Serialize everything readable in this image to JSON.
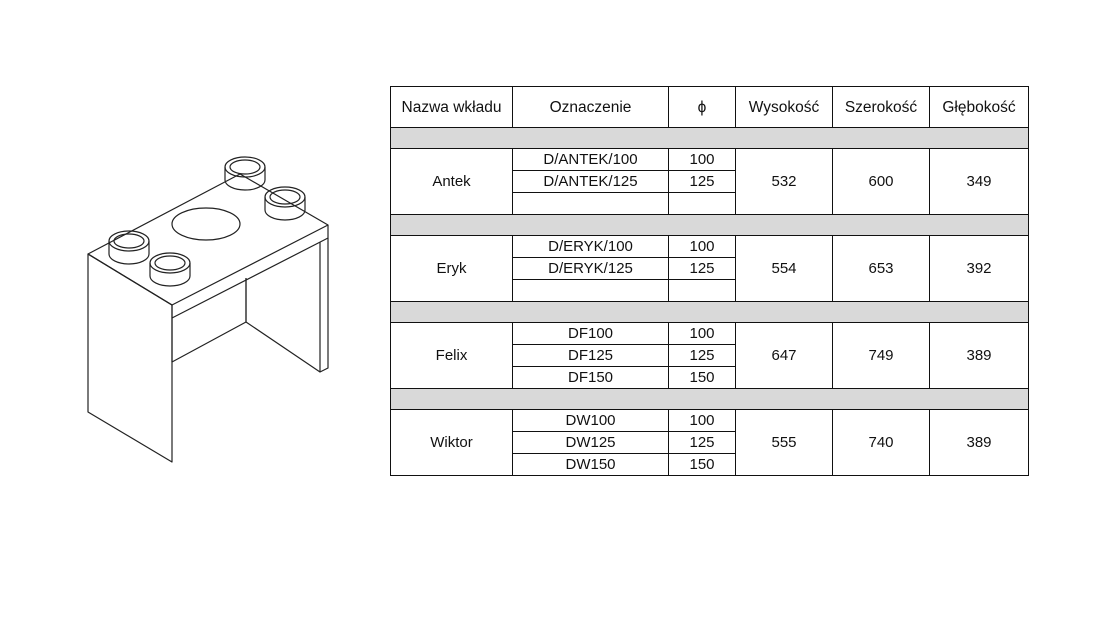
{
  "table": {
    "headers": {
      "name": "Nazwa wkładu",
      "code": "Oznaczenie",
      "phi": "ϕ",
      "height": "Wysokość",
      "width": "Szerokość",
      "depth": "Głębokość"
    },
    "groups": [
      {
        "name": "Antek",
        "rows": [
          {
            "code": "D/ANTEK/100",
            "phi": "100"
          },
          {
            "code": "D/ANTEK/125",
            "phi": "125"
          },
          {
            "code": "",
            "phi": ""
          }
        ],
        "height": "532",
        "width": "600",
        "depth": "349"
      },
      {
        "name": "Eryk",
        "rows": [
          {
            "code": "D/ERYK/100",
            "phi": "100"
          },
          {
            "code": "D/ERYK/125",
            "phi": "125"
          },
          {
            "code": "",
            "phi": ""
          }
        ],
        "height": "554",
        "width": "653",
        "depth": "392"
      },
      {
        "name": "Felix",
        "rows": [
          {
            "code": "DF100",
            "phi": "100"
          },
          {
            "code": "DF125",
            "phi": "125"
          },
          {
            "code": "DF150",
            "phi": "150"
          }
        ],
        "height": "647",
        "width": "749",
        "depth": "389"
      },
      {
        "name": "Wiktor",
        "rows": [
          {
            "code": "DW100",
            "phi": "100"
          },
          {
            "code": "DW125",
            "phi": "125"
          },
          {
            "code": "DW150",
            "phi": "150"
          }
        ],
        "height": "555",
        "width": "740",
        "depth": "389"
      }
    ]
  }
}
